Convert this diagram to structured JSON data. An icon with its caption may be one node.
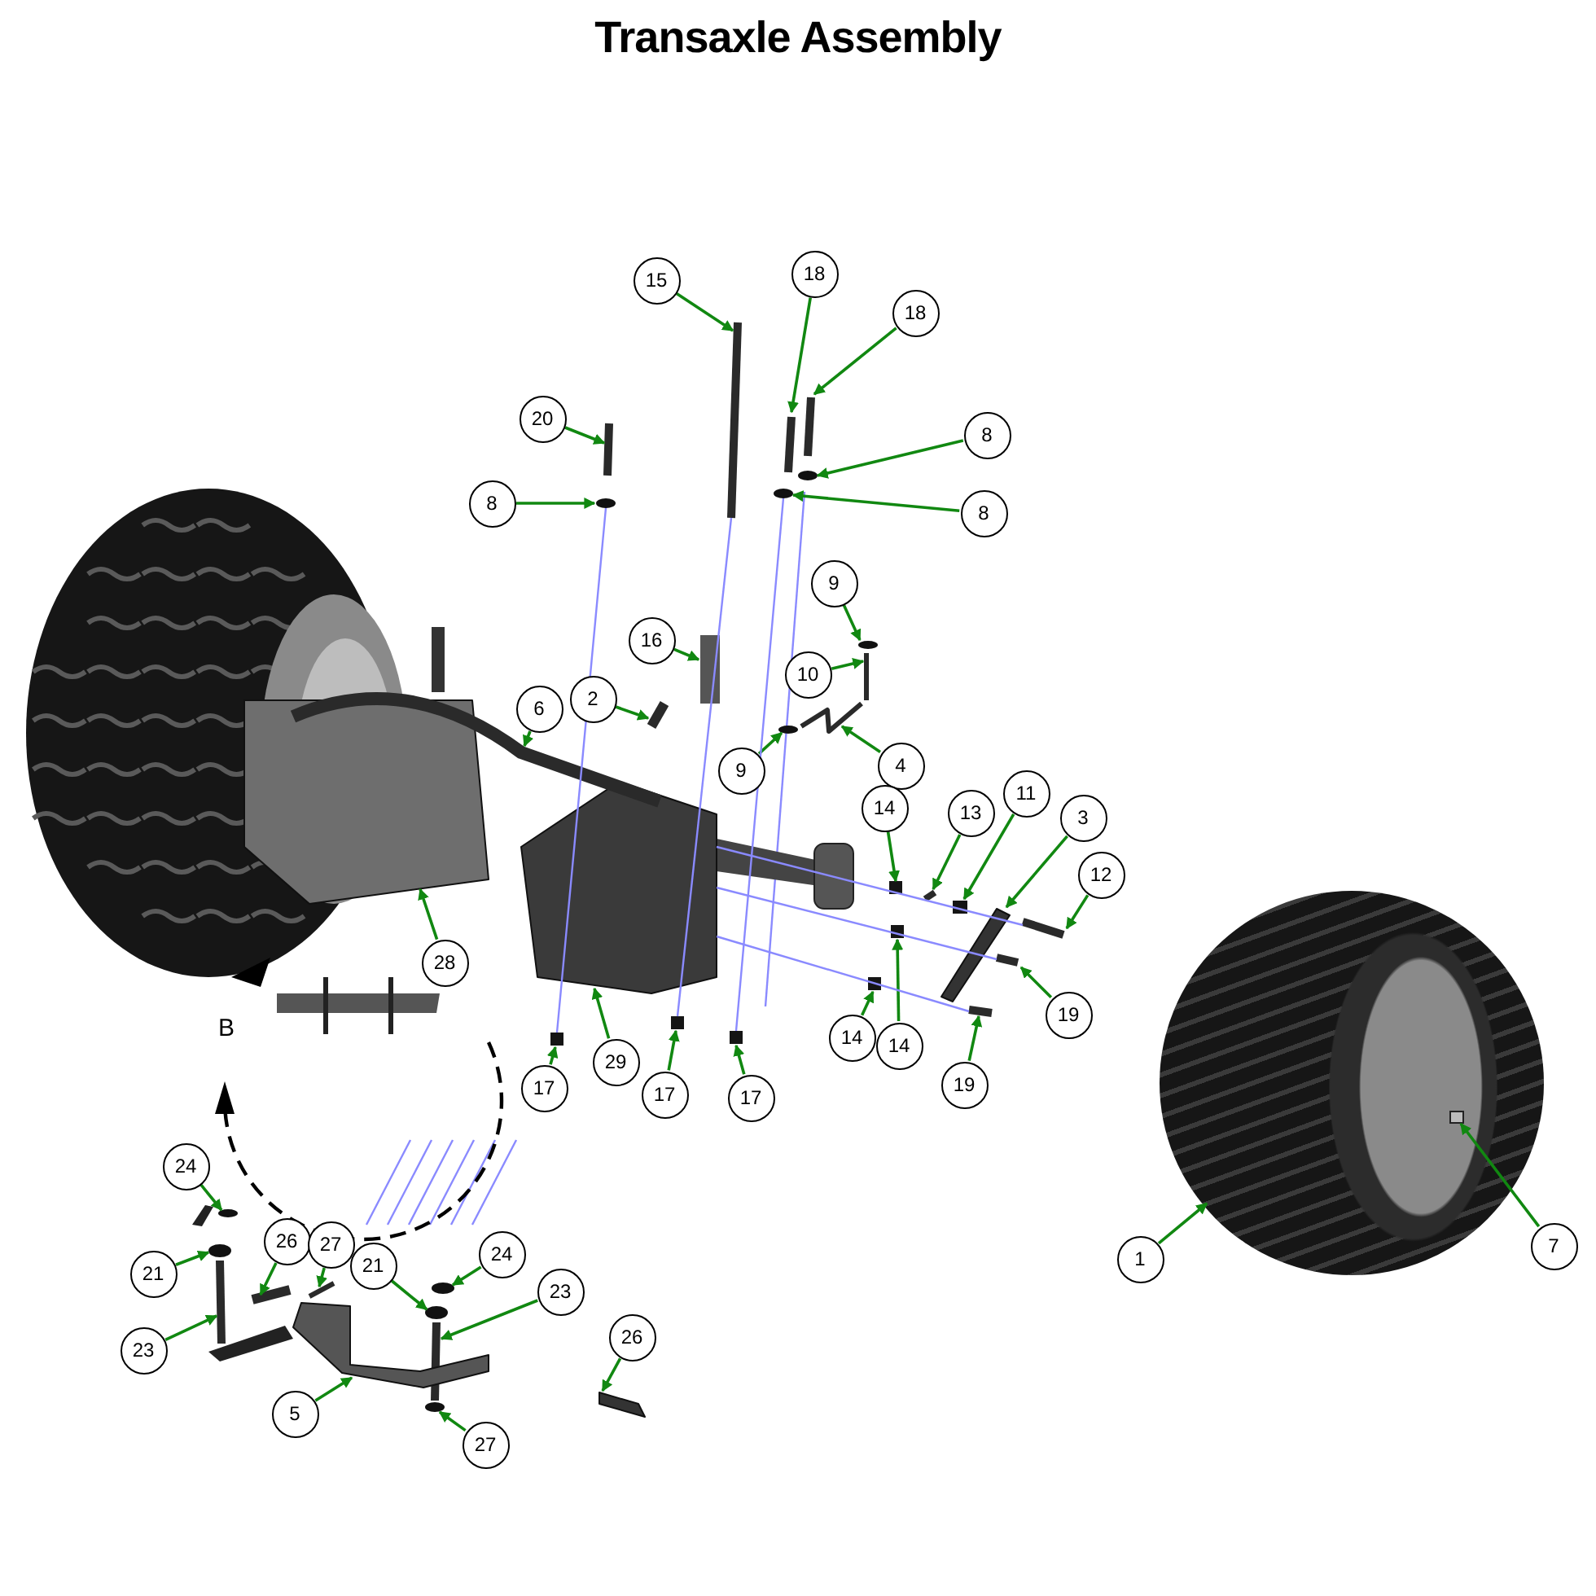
{
  "diagram": {
    "title": "Transaxle Assembly",
    "nodes": [
      {
        "text": [
          "15"
        ]
      },
      {
        "text": [
          "18"
        ]
      },
      {
        "text": [
          "18"
        ]
      },
      {
        "text": [
          "20"
        ]
      },
      {
        "text": [
          "8"
        ]
      },
      {
        "text": [
          "8"
        ]
      },
      {
        "text": [
          "8"
        ]
      },
      {
        "text": [
          "9"
        ]
      },
      {
        "text": [
          "10"
        ]
      },
      {
        "text": [
          "16"
        ]
      },
      {
        "text": [
          "2"
        ]
      },
      {
        "text": [
          "6"
        ]
      },
      {
        "text": [
          "9"
        ]
      },
      {
        "text": [
          "4"
        ]
      },
      {
        "text": [
          "14"
        ]
      },
      {
        "text": [
          "13"
        ]
      },
      {
        "text": [
          "11"
        ]
      },
      {
        "text": [
          "3"
        ]
      },
      {
        "text": [
          "12"
        ]
      },
      {
        "text": [
          "19"
        ]
      },
      {
        "text": [
          "14"
        ]
      },
      {
        "text": [
          "14"
        ]
      },
      {
        "text": [
          "19"
        ]
      },
      {
        "text": [
          "28"
        ]
      },
      {
        "text": [
          "29"
        ]
      },
      {
        "text": [
          "17"
        ]
      },
      {
        "text": [
          "17"
        ]
      },
      {
        "text": [
          "17"
        ]
      },
      {
        "text": [
          "24"
        ]
      },
      {
        "text": [
          "21"
        ]
      },
      {
        "text": [
          "26"
        ]
      },
      {
        "text": [
          "27"
        ]
      },
      {
        "text": [
          "23"
        ]
      },
      {
        "text": [
          "21"
        ]
      },
      {
        "text": [
          "24"
        ]
      },
      {
        "text": [
          "23"
        ]
      },
      {
        "text": [
          "5"
        ]
      },
      {
        "text": [
          "27"
        ]
      },
      {
        "text": [
          "26"
        ]
      },
      {
        "text": [
          "1"
        ]
      },
      {
        "text": [
          "7"
        ]
      },
      {
        "text": [],
        "shape": "picture"
      },
      {
        "text": [],
        "shape": "picture"
      },
      {
        "text": [],
        "shape": "picture"
      },
      {
        "text": [],
        "shape": "picture"
      },
      {
        "text": [],
        "shape": "circle"
      },
      {
        "text": [],
        "shape": "circle"
      },
      {
        "text": [],
        "shape": "circle"
      },
      {
        "text": [],
        "shape": "circle"
      },
      {
        "text": [],
        "shape": "picture"
      },
      {
        "text": [],
        "shape": "box"
      },
      {
        "text": [],
        "shape": "picture"
      },
      {
        "text": [],
        "shape": "picture"
      },
      {
        "text": [],
        "shape": "circle"
      },
      {
        "text": [],
        "shape": "picture"
      },
      {
        "text": [],
        "shape": "box"
      },
      {
        "text": [],
        "shape": "picture"
      },
      {
        "text": [],
        "shape": "box"
      },
      {
        "text": [],
        "shape": "picture"
      },
      {
        "text": [],
        "shape": "picture"
      },
      {
        "text": [],
        "shape": "picture"
      },
      {
        "text": [],
        "shape": "box"
      },
      {
        "text": [],
        "shape": "box"
      },
      {
        "text": [],
        "shape": "picture"
      },
      {
        "text": [],
        "shape": "picture"
      },
      {
        "text": [],
        "shape": "picture"
      },
      {
        "text": [],
        "shape": "box"
      },
      {
        "text": [],
        "shape": "box"
      },
      {
        "text": [],
        "shape": "box"
      },
      {
        "text": [],
        "shape": "circle"
      },
      {
        "text": [],
        "shape": "circle"
      },
      {
        "text": [],
        "shape": "picture"
      },
      {
        "text": [],
        "shape": "picture"
      },
      {
        "text": [],
        "shape": "picture"
      },
      {
        "text": [],
        "shape": "circle"
      },
      {
        "text": [],
        "shape": "circle"
      },
      {
        "text": [],
        "shape": "picture"
      },
      {
        "text": [],
        "shape": "picture"
      },
      {
        "text": [],
        "shape": "circle"
      },
      {
        "text": [],
        "shape": "picture"
      },
      {
        "text": [],
        "shape": "picture"
      },
      {
        "text": [],
        "shape": "box",
        "in": 80
      }
    ],
    "edges": [
      {
        "from": 0,
        "to": 41,
        "arrow": "to"
      },
      {
        "from": 1,
        "to": 42,
        "arrow": "to"
      },
      {
        "from": 2,
        "to": 43,
        "arrow": "to"
      },
      {
        "from": 3,
        "to": 44,
        "arrow": "to"
      },
      {
        "from": 4,
        "to": 45,
        "arrow": "to"
      },
      {
        "from": 5,
        "to": 46,
        "arrow": "to"
      },
      {
        "from": 6,
        "to": 47,
        "arrow": "to"
      },
      {
        "from": 7,
        "to": 48,
        "arrow": "to"
      },
      {
        "from": 8,
        "to": 49,
        "arrow": "to"
      },
      {
        "from": 9,
        "to": 50,
        "arrow": "to"
      },
      {
        "from": 10,
        "to": 51,
        "arrow": "to"
      },
      {
        "from": 11,
        "to": 52,
        "arrow": "to"
      },
      {
        "from": 12,
        "to": 53,
        "arrow": "to"
      },
      {
        "from": 13,
        "to": 54,
        "arrow": "to"
      },
      {
        "from": 14,
        "to": 55,
        "arrow": "to"
      },
      {
        "from": 15,
        "to": 56,
        "arrow": "to"
      },
      {
        "from": 16,
        "to": 57,
        "arrow": "to"
      },
      {
        "from": 17,
        "to": 58,
        "arrow": "to"
      },
      {
        "from": 18,
        "to": 59,
        "arrow": "to"
      },
      {
        "from": 19,
        "to": 60,
        "arrow": "to"
      },
      {
        "from": 20,
        "to": 61,
        "arrow": "to"
      },
      {
        "from": 21,
        "to": 62,
        "arrow": "to"
      },
      {
        "from": 22,
        "to": 63,
        "arrow": "to"
      },
      {
        "from": 23,
        "to": 64,
        "arrow": "to"
      },
      {
        "from": 24,
        "to": 65,
        "arrow": "to"
      },
      {
        "from": 25,
        "to": 66,
        "arrow": "to"
      },
      {
        "from": 26,
        "to": 67,
        "arrow": "to"
      },
      {
        "from": 27,
        "to": 68,
        "arrow": "to"
      },
      {
        "from": 28,
        "to": 69,
        "arrow": "to"
      },
      {
        "from": 29,
        "to": 70,
        "arrow": "to"
      },
      {
        "from": 30,
        "to": 71,
        "arrow": "to"
      },
      {
        "from": 31,
        "to": 72,
        "arrow": "to"
      },
      {
        "from": 32,
        "to": 73,
        "arrow": "to"
      },
      {
        "from": 33,
        "to": 74,
        "arrow": "to"
      },
      {
        "from": 34,
        "to": 75,
        "arrow": "to"
      },
      {
        "from": 35,
        "to": 76,
        "arrow": "to"
      },
      {
        "from": 36,
        "to": 77,
        "arrow": "to"
      },
      {
        "from": 37,
        "to": 78,
        "arrow": "to"
      },
      {
        "from": 38,
        "to": 79,
        "arrow": "to"
      },
      {
        "from": 39,
        "to": 80,
        "arrow": "to"
      },
      {
        "from": 40,
        "to": 81,
        "arrow": "to"
      },
      {
        "from": 45,
        "to": 66,
        "arrow": "none",
        "color": "#8a8aff"
      },
      {
        "from": 47,
        "to": 68,
        "arrow": "none",
        "color": "#8a8aff"
      },
      {
        "from": 41,
        "to": 67,
        "arrow": "none",
        "color": "#8a8aff"
      },
      {
        "from": 59,
        "to": 65,
        "arrow": "none",
        "color": "#8a8aff"
      },
      {
        "from": 60,
        "to": 65,
        "arrow": "none",
        "color": "#8a8aff"
      },
      {
        "from": 63,
        "to": 65,
        "arrow": "none",
        "color": "#8a8aff"
      }
    ],
    "labels": [
      "B"
    ]
  }
}
